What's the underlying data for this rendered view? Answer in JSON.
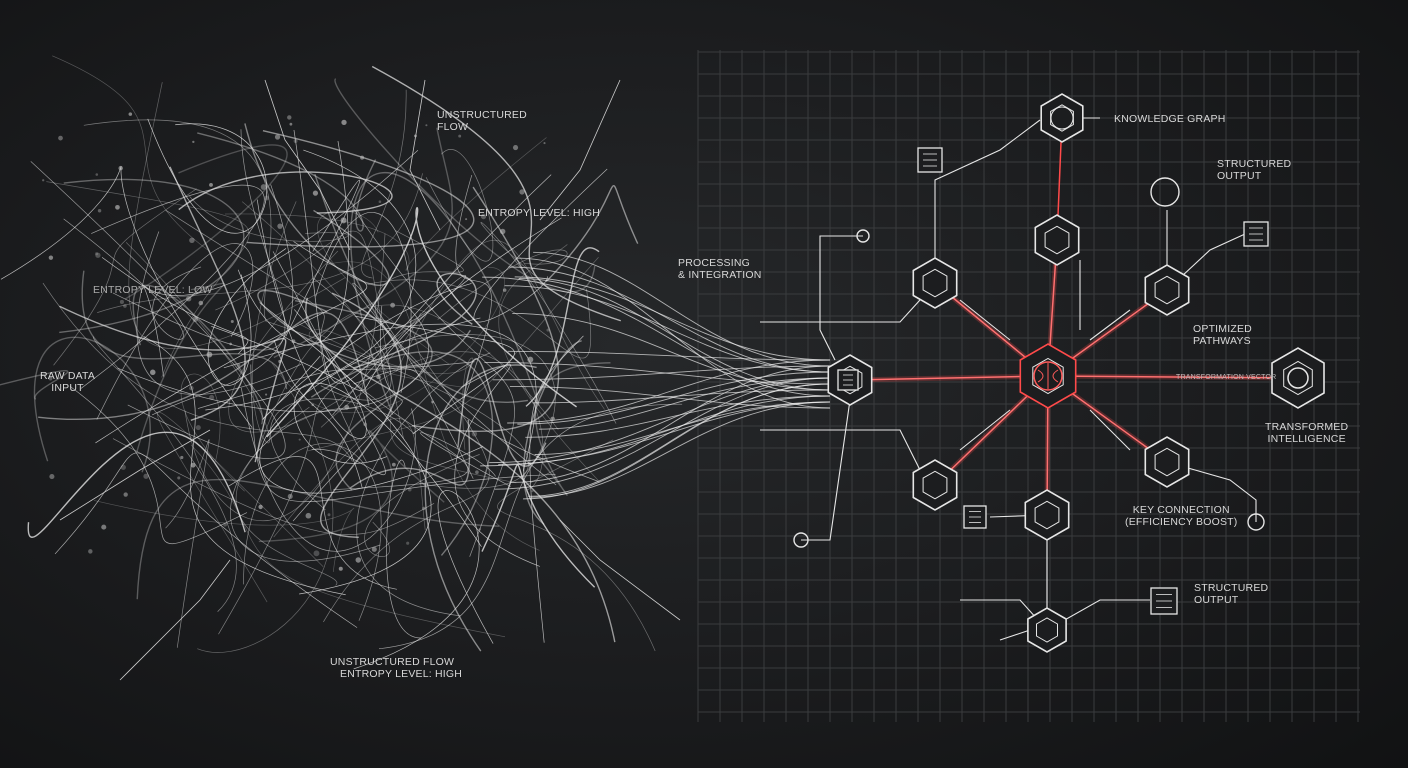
{
  "left": {
    "unstructured_flow_top": "UNSTRUCTURED\nFLOW",
    "entropy_high_top": "ENTROPY LEVEL: HIGH",
    "entropy_low": "ENTROPY LEVEL: LOW",
    "raw_data_input": "RAW DATA\nINPUT",
    "unstructured_flow_bottom": "UNSTRUCTURED FLOW",
    "entropy_high_bottom": "ENTROPY LEVEL: HIGH"
  },
  "middle": {
    "processing": "PROCESSING\n& INTEGRATION"
  },
  "right": {
    "knowledge_graph": "KNOWLEDGE GRAPH",
    "structured_output_top": "STRUCTURED\nOUTPUT",
    "optimized_pathways": "OPTIMIZED\nPATHWAYS",
    "transformation_vector": "TRANSFORMATION VECTOR",
    "transformed_intelligence": "TRANSFORMED\nINTELLIGENCE",
    "key_connection": "KEY CONNECTION\n(EFFICIENCY BOOST)",
    "structured_output_bottom": "STRUCTURED\nOUTPUT"
  },
  "colors": {
    "background": "#1b1c1e",
    "line": "#e6e6e6",
    "grid": "#3a3c3e",
    "accent": "#ff4a4a"
  },
  "icons": [
    "brain-icon",
    "globe-icon",
    "network-icon",
    "gear-icon",
    "document-icon",
    "circle-node-icon"
  ]
}
